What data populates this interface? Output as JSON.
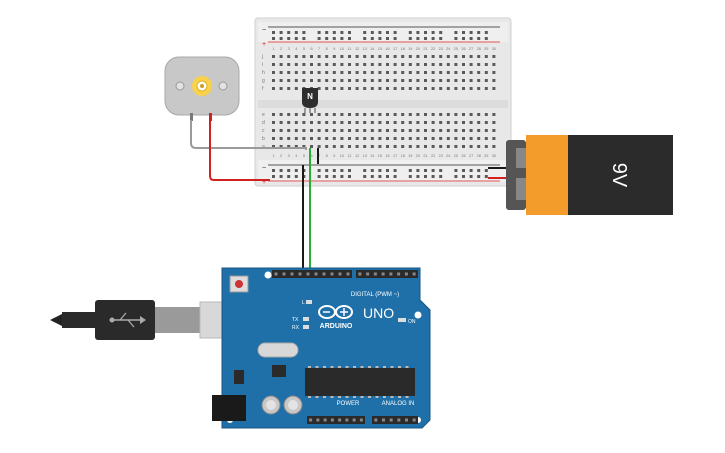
{
  "breadboard": {
    "rail_plus": "+",
    "rail_minus": "−",
    "column_numbers": [
      "1",
      "2",
      "3",
      "4",
      "5",
      "6",
      "7",
      "8",
      "9",
      "10",
      "11",
      "12",
      "13",
      "14",
      "15",
      "16",
      "17",
      "18",
      "19",
      "20",
      "21",
      "22",
      "23",
      "24",
      "25",
      "26",
      "27",
      "28",
      "29",
      "30"
    ],
    "row_letters_top": [
      "j",
      "i",
      "h",
      "g",
      "f"
    ],
    "row_letters_bottom": [
      "e",
      "d",
      "c",
      "b",
      "a"
    ]
  },
  "transistor": {
    "label": "N"
  },
  "battery": {
    "label": "9V",
    "colors": {
      "cap": "#f39c2c",
      "body": "#2b2b2b"
    }
  },
  "arduino": {
    "logo_text": "ARDUINO",
    "model": "UNO",
    "digital_label": "DIGITAL (PWM ~)",
    "power_label": "POWER",
    "analog_label": "ANALOG IN",
    "on_label": "ON",
    "l_label": "L",
    "tx_label": "TX",
    "rx_label": "RX",
    "board_color": "#1f6fa8"
  },
  "wires": {
    "colors": {
      "black": "#1a1a1a",
      "green": "#2eaa38",
      "red": "#d21f1f",
      "gray": "#9a9a9a"
    }
  }
}
